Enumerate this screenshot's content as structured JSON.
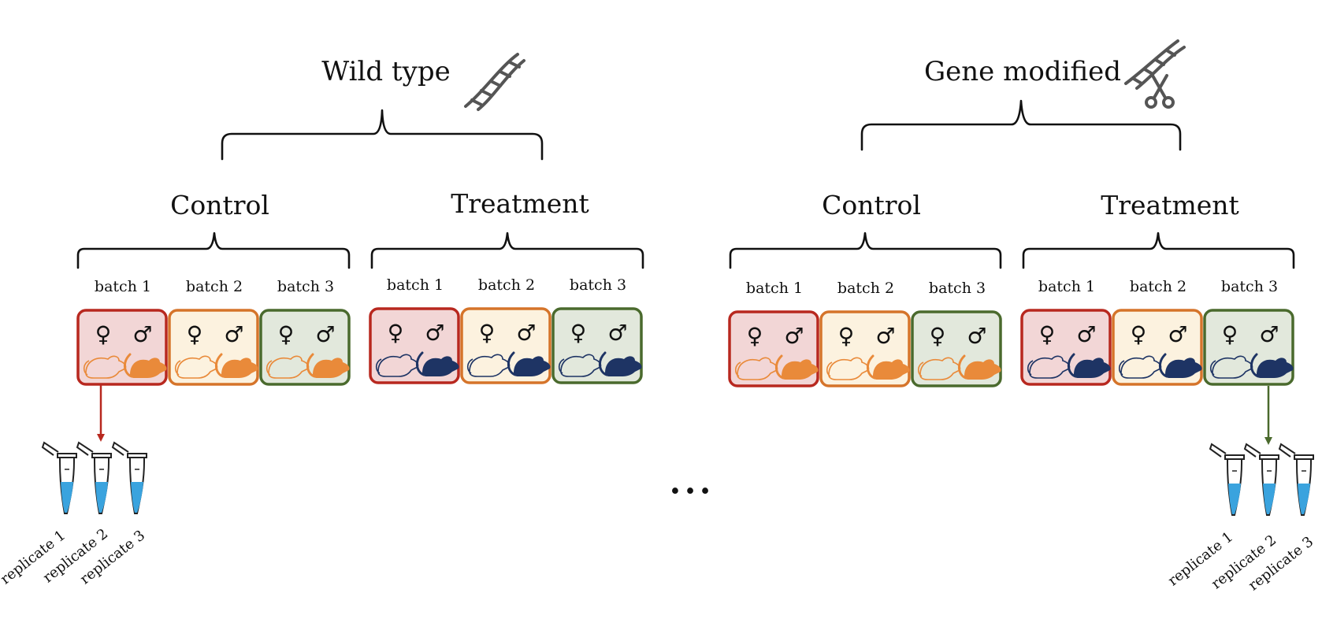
{
  "colors": {
    "red": {
      "border": "#b8281f",
      "fill": "#f2d6d6"
    },
    "orange": {
      "border": "#d5742a",
      "fill": "#fcf2df"
    },
    "green": {
      "border": "#4a6a2d",
      "fill": "#e2e8dc"
    },
    "mouse_orange": "#e98a3a",
    "mouse_navy": "#1e3464",
    "liquid": "#3aa3de"
  },
  "symbols": {
    "female": "♀",
    "male": "♂",
    "ellipsis": "..."
  },
  "genotypes": [
    {
      "title": "Wild type",
      "icon": "dna-icon",
      "conditions": [
        {
          "label": "Control",
          "mouse_color": "mouse_orange",
          "batches": [
            {
              "label": "batch 1",
              "color": "red"
            },
            {
              "label": "batch 2",
              "color": "orange"
            },
            {
              "label": "batch 3",
              "color": "green"
            }
          ]
        },
        {
          "label": "Treatment",
          "mouse_color": "mouse_navy",
          "batches": [
            {
              "label": "batch 1",
              "color": "red"
            },
            {
              "label": "batch 2",
              "color": "orange"
            },
            {
              "label": "batch 3",
              "color": "green"
            }
          ]
        }
      ],
      "replicates": [
        "replicate 1",
        "replicate 2",
        "replicate 3"
      ]
    },
    {
      "title": "Gene modified",
      "icon": "dna-scissors-icon",
      "conditions": [
        {
          "label": "Control",
          "mouse_color": "mouse_orange",
          "batches": [
            {
              "label": "batch 1",
              "color": "red"
            },
            {
              "label": "batch 2",
              "color": "orange"
            },
            {
              "label": "batch 3",
              "color": "green"
            }
          ]
        },
        {
          "label": "Treatment",
          "mouse_color": "mouse_navy",
          "batches": [
            {
              "label": "batch 1",
              "color": "red"
            },
            {
              "label": "batch 2",
              "color": "orange"
            },
            {
              "label": "batch 3",
              "color": "green"
            }
          ]
        }
      ],
      "replicates": [
        "replicate 1",
        "replicate 2",
        "replicate 3"
      ]
    }
  ]
}
